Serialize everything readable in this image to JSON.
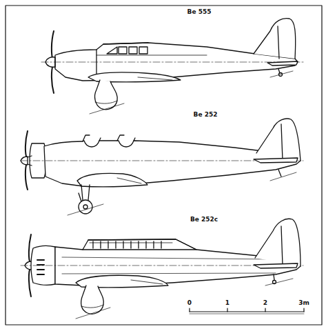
{
  "diagram": {
    "labels": [
      "Be 555",
      "Be 252",
      "Be 252c",
      "0",
      "1",
      "2",
      "3m"
    ]
  }
}
